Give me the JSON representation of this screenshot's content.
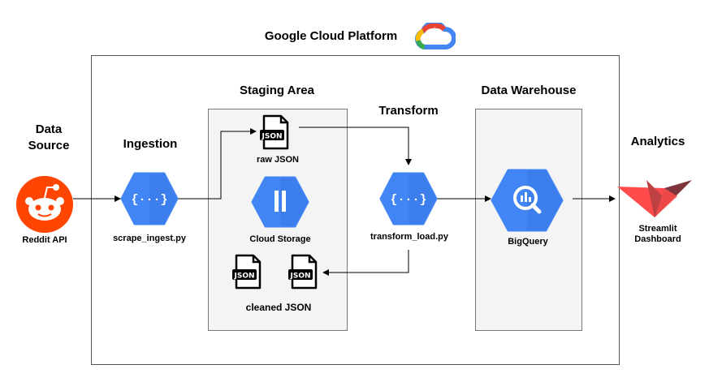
{
  "platform": {
    "title": "Google Cloud Platform",
    "icon": "google-cloud-logo"
  },
  "sections": {
    "data_source": "Data\nSource",
    "ingestion": "Ingestion",
    "staging": "Staging Area",
    "transform": "Transform",
    "warehouse": "Data Warehouse",
    "analytics": "Analytics"
  },
  "nodes": {
    "reddit": {
      "label": "Reddit API",
      "icon": "reddit-icon",
      "color": "#FF4500"
    },
    "scrape": {
      "label": "scrape_ingest.py",
      "icon": "cloud-functions-icon"
    },
    "raw_json": {
      "label": "raw JSON",
      "icon": "json-file-icon",
      "file_text": "JSON"
    },
    "storage": {
      "label": "Cloud Storage",
      "icon": "cloud-storage-icon"
    },
    "cleaned_json": {
      "label": "cleaned JSON",
      "icon": "json-file-icon",
      "file_text": "JSON"
    },
    "transform": {
      "label": "transform_load.py",
      "icon": "cloud-functions-icon"
    },
    "bigquery": {
      "label": "BigQuery",
      "icon": "bigquery-icon"
    },
    "streamlit": {
      "label": "Streamlit\nDashboard",
      "icon": "streamlit-icon"
    }
  },
  "colors": {
    "gcp_blue": "#4285F4",
    "gcp_blue_dark": "#3367D6",
    "reddit": "#FF4500",
    "streamlit_red": "#FF4B4B"
  }
}
